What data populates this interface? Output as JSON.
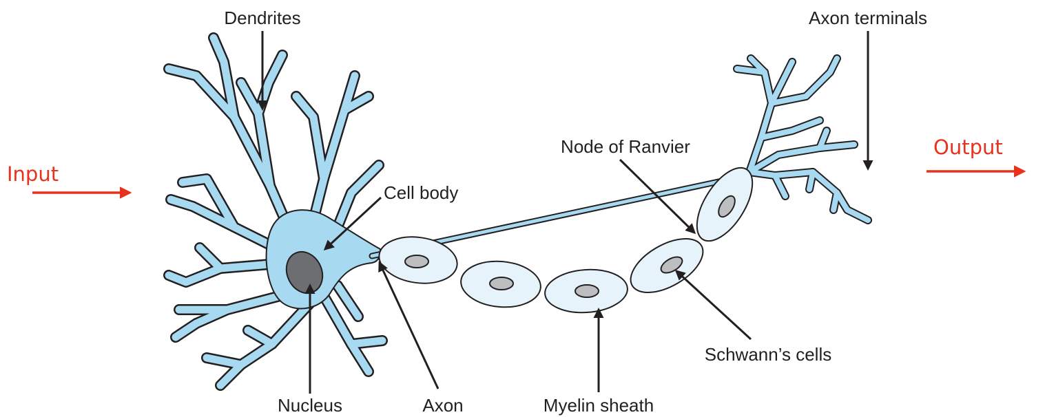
{
  "labels": {
    "dendrites": "Dendrites",
    "axon_terminals": "Axon terminals",
    "node_of_ranvier": "Node of Ranvier",
    "cell_body": "Cell body",
    "schwanns_cells": "Schwann’s cells",
    "nucleus": "Nucleus",
    "axon": "Axon",
    "myelin_sheath": "Myelin sheath",
    "input": "Input",
    "output": "Output"
  },
  "colors": {
    "neuron": "#a7daf0",
    "sheath": "#e7f3fb",
    "sheath_nucleus": "#bdbec0",
    "cell_nucleus": "#6d6e71",
    "outline": "#231f20",
    "io_accent": "#e8321f"
  }
}
